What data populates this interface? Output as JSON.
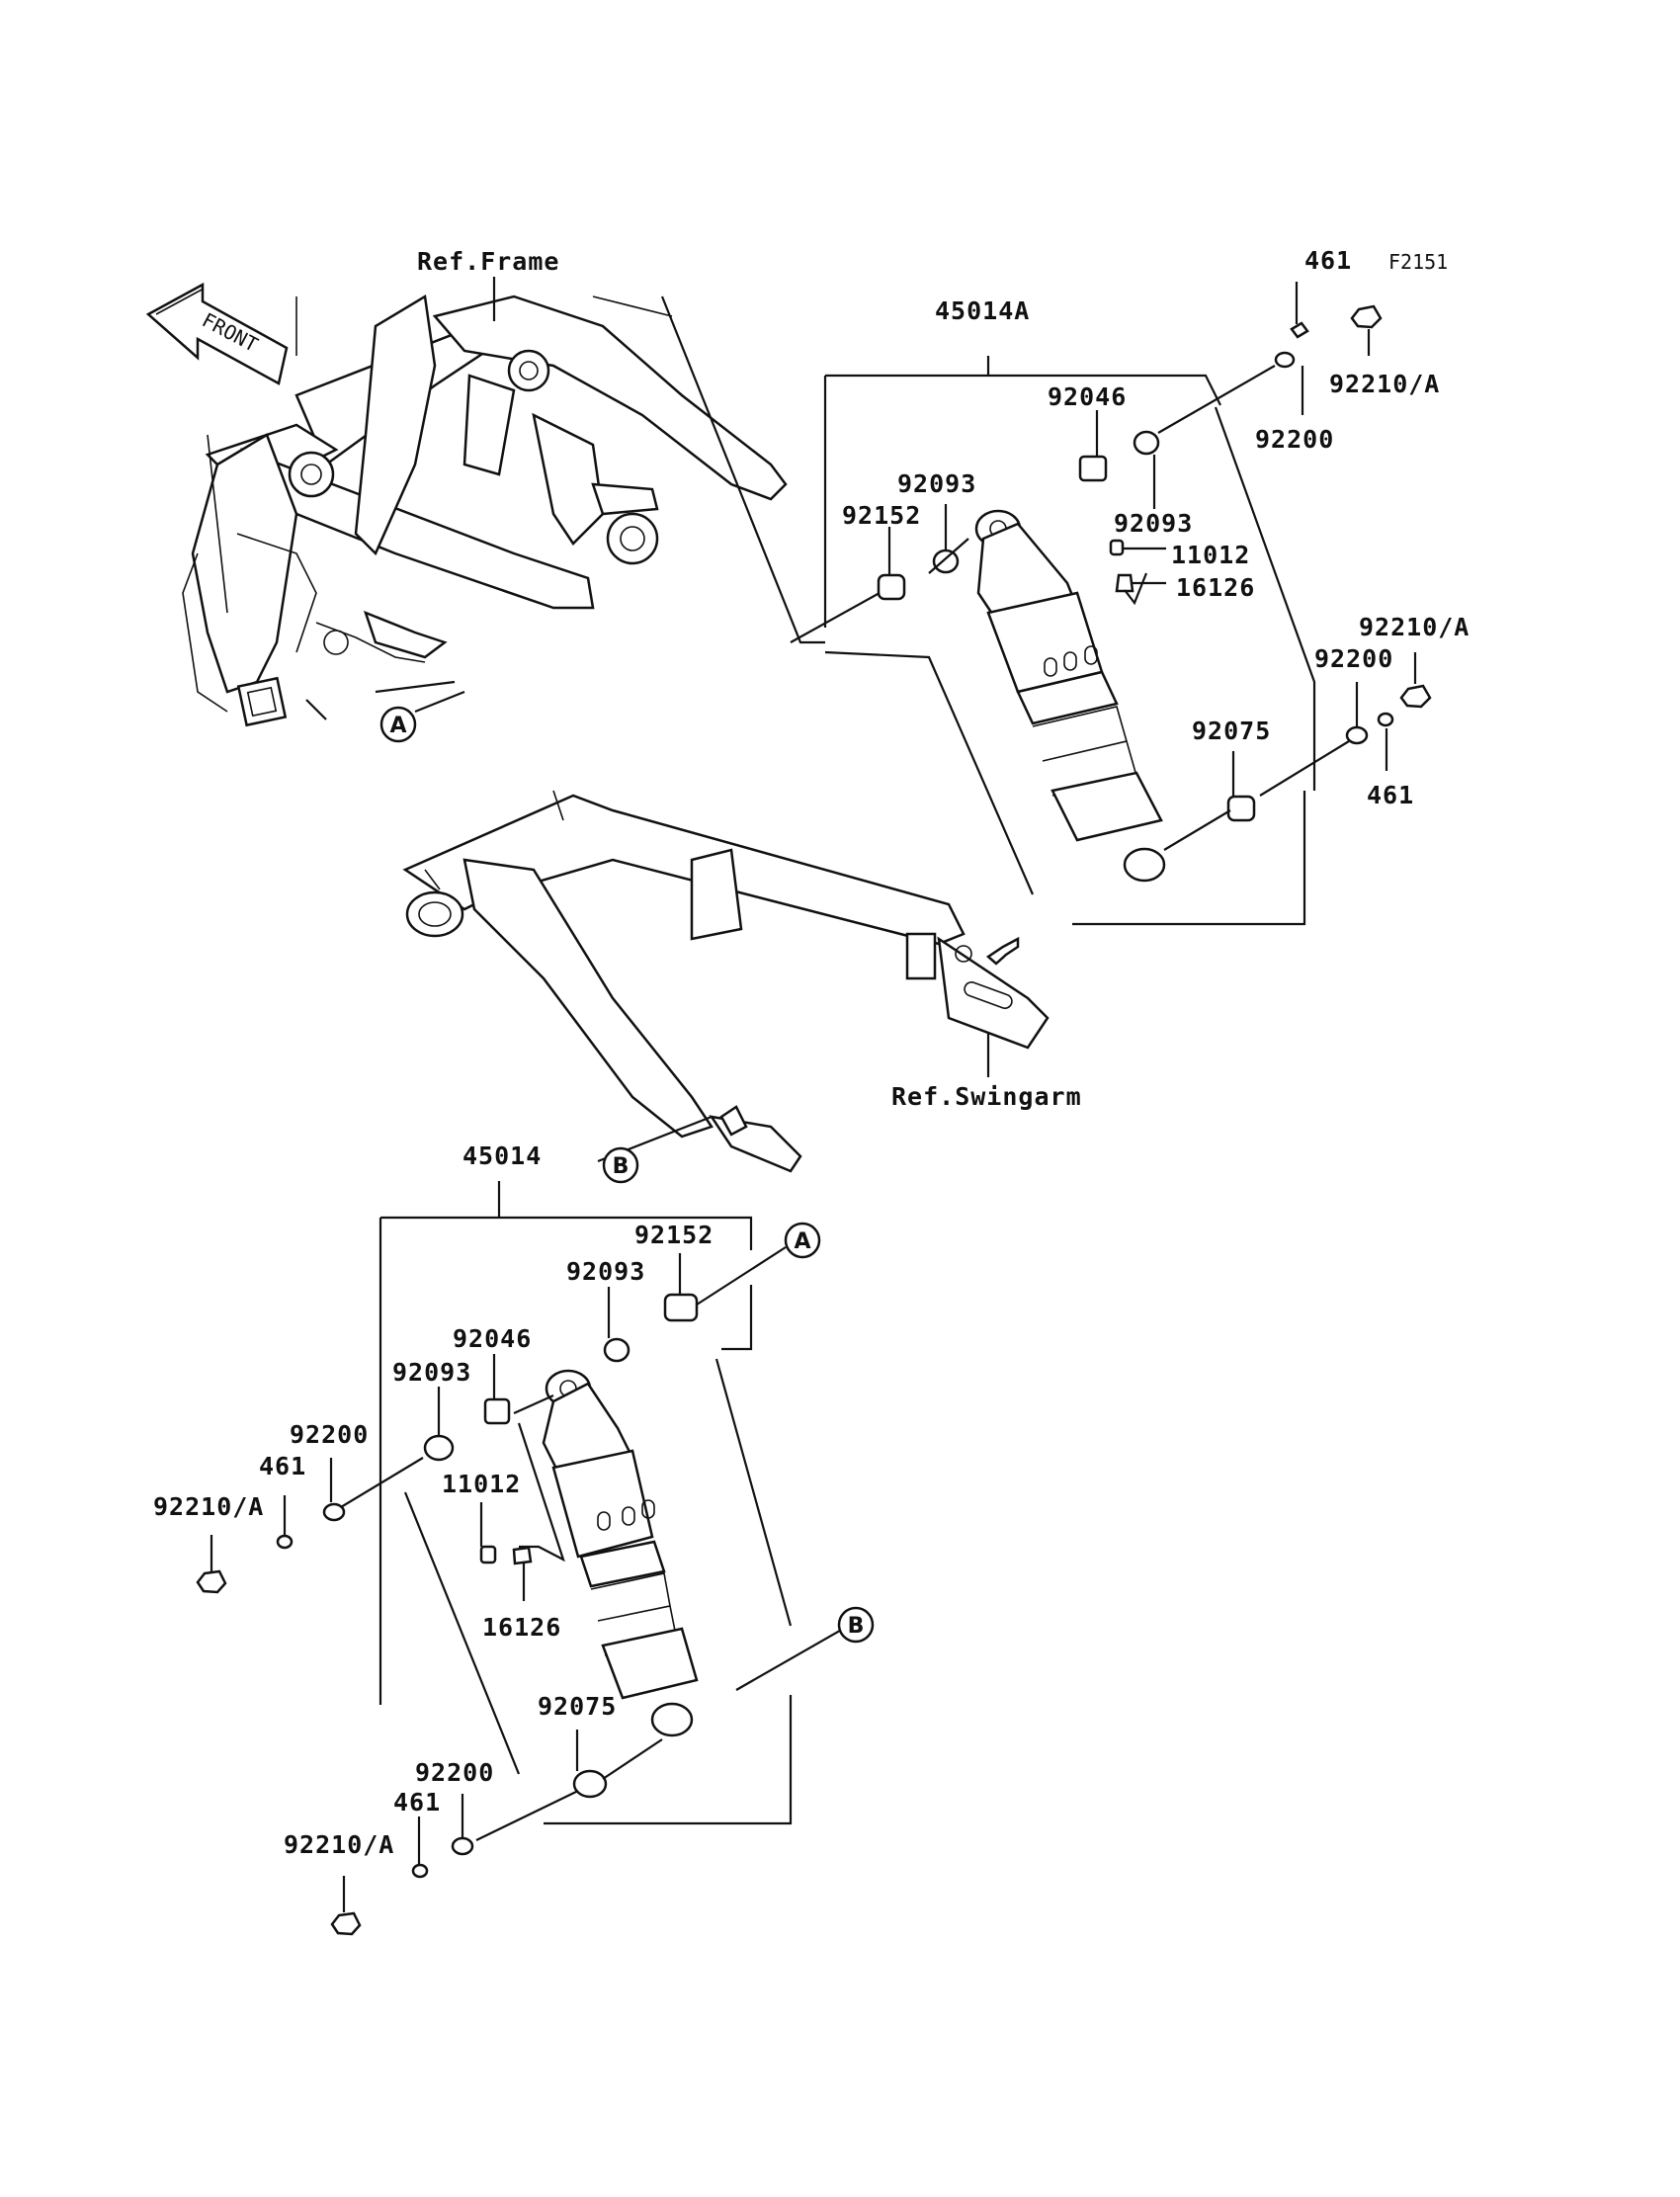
{
  "figure_code": "F2151",
  "refs": {
    "frame": "Ref.Frame",
    "swingarm": "Ref.Swingarm"
  },
  "front_arrow": "FRONT",
  "assemblies": {
    "upper": "45014A",
    "lower": "45014"
  },
  "callouts": {
    "a": "A",
    "b": "B"
  },
  "parts": {
    "p461": "461",
    "p92210a": "92210/A",
    "p92200": "92200",
    "p92046": "92046",
    "p92093": "92093",
    "p92152": "92152",
    "p11012": "11012",
    "p16126": "16126",
    "p92075": "92075"
  }
}
